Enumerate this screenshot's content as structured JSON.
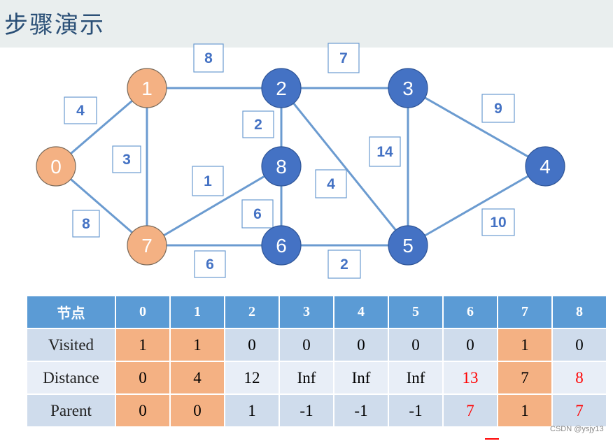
{
  "header": {
    "title": "步骤演示"
  },
  "colors": {
    "visited": "#f4b183",
    "unvisited": "#4472c4",
    "edge": "#6b9bd0",
    "changed_value": "#ff0000",
    "header_row": "#5b9bd5"
  },
  "graph": {
    "nodes": [
      {
        "id": "0",
        "label": "0",
        "visited": true
      },
      {
        "id": "1",
        "label": "1",
        "visited": true
      },
      {
        "id": "2",
        "label": "2",
        "visited": false
      },
      {
        "id": "3",
        "label": "3",
        "visited": false
      },
      {
        "id": "4",
        "label": "4",
        "visited": false
      },
      {
        "id": "5",
        "label": "5",
        "visited": false
      },
      {
        "id": "6",
        "label": "6",
        "visited": false
      },
      {
        "id": "7",
        "label": "7",
        "visited": true
      },
      {
        "id": "8",
        "label": "8",
        "visited": false
      }
    ],
    "edges": [
      {
        "from": "0",
        "to": "1",
        "weight": "4"
      },
      {
        "from": "0",
        "to": "7",
        "weight": "8"
      },
      {
        "from": "1",
        "to": "2",
        "weight": "8"
      },
      {
        "from": "1",
        "to": "7",
        "weight": "3"
      },
      {
        "from": "2",
        "to": "3",
        "weight": "7"
      },
      {
        "from": "2",
        "to": "8",
        "weight": "2"
      },
      {
        "from": "2",
        "to": "5",
        "weight": "4"
      },
      {
        "from": "3",
        "to": "4",
        "weight": "9"
      },
      {
        "from": "3",
        "to": "5",
        "weight": "14"
      },
      {
        "from": "4",
        "to": "5",
        "weight": "10"
      },
      {
        "from": "5",
        "to": "6",
        "weight": "2"
      },
      {
        "from": "6",
        "to": "7",
        "weight": "6"
      },
      {
        "from": "6",
        "to": "8",
        "weight": "6"
      },
      {
        "from": "7",
        "to": "8",
        "weight": "1"
      }
    ]
  },
  "table": {
    "header_label": "节点",
    "columns": [
      "0",
      "1",
      "2",
      "3",
      "4",
      "5",
      "6",
      "7",
      "8"
    ],
    "rows": [
      {
        "label": "Visited",
        "values": [
          "1",
          "1",
          "0",
          "0",
          "0",
          "0",
          "0",
          "1",
          "0"
        ]
      },
      {
        "label": "Distance",
        "values": [
          "0",
          "4",
          "12",
          "Inf",
          "Inf",
          "Inf",
          "13",
          "7",
          "8"
        ]
      },
      {
        "label": "Parent",
        "values": [
          "0",
          "0",
          "1",
          "-1",
          "-1",
          "-1",
          "7",
          "1",
          "7"
        ]
      }
    ],
    "visited_columns": [
      "0",
      "1",
      "7"
    ],
    "changed_columns": [
      "6",
      "8"
    ]
  },
  "watermark": "CSDN @ysjy13"
}
